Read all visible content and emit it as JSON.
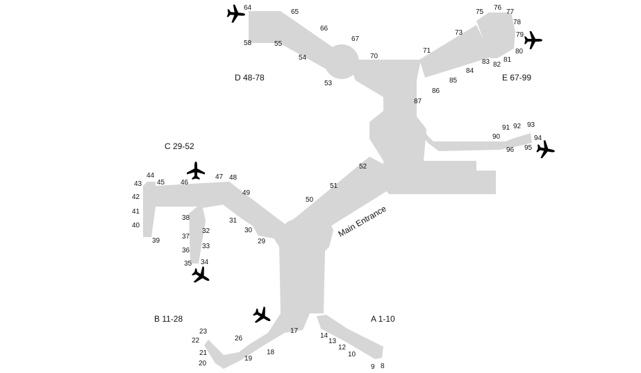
{
  "concourses": {
    "a": "A 1-10",
    "b": "B 11-28",
    "c": "C 29-52",
    "d": "D 48-78",
    "e": "E 67-99"
  },
  "main_entrance": "Main Entrance",
  "gates": {
    "g8": "8",
    "g9": "9",
    "g10": "10",
    "g12": "12",
    "g13": "13",
    "g14": "14",
    "g17": "17",
    "g18": "18",
    "g19": "19",
    "g20": "20",
    "g21": "21",
    "g22": "22",
    "g23": "23",
    "g26": "26",
    "g29": "29",
    "g30": "30",
    "g31": "31",
    "g32": "32",
    "g33": "33",
    "g34": "34",
    "g35": "35",
    "g36": "36",
    "g37": "37",
    "g38": "38",
    "g39": "39",
    "g40": "40",
    "g41": "41",
    "g42": "42",
    "g43": "43",
    "g44": "44",
    "g45": "45",
    "g46": "46",
    "g47": "47",
    "g48": "48",
    "g49": "49",
    "g50": "50",
    "g51": "51",
    "g52": "52",
    "g53": "53",
    "g54": "54",
    "g55": "55",
    "g58": "58",
    "g64": "64",
    "g65": "65",
    "g66": "66",
    "g67": "67",
    "g70": "70",
    "g71": "71",
    "g73": "73",
    "g75": "75",
    "g76": "76",
    "g77": "77",
    "g78": "78",
    "g79": "79",
    "g80": "80",
    "g81": "81",
    "g82": "82",
    "g83": "83",
    "g84": "84",
    "g85": "85",
    "g86": "86",
    "g87": "87",
    "g90": "90",
    "g91": "91",
    "g92": "92",
    "g93": "93",
    "g94": "94",
    "g95": "95",
    "g96": "96"
  },
  "colors": {
    "building": "#d6d6d6",
    "text": "#111111",
    "background": "#ffffff"
  },
  "icons": [
    "airplane-icon"
  ]
}
